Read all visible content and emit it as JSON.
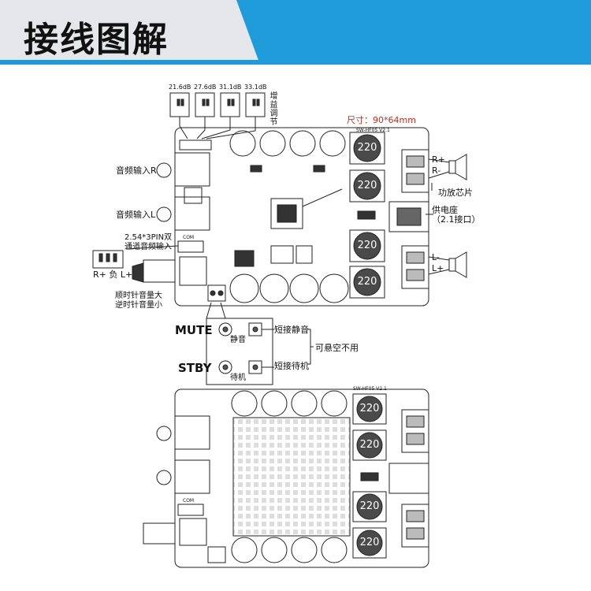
{
  "header": {
    "title": "接线图解"
  },
  "top_board": {
    "gain_labels": [
      "21.6dB",
      "27.6dB",
      "31.1dB",
      "33.1dB"
    ],
    "gain_note": "增益调节",
    "size_note": "尺寸：90*64mm",
    "model": "SW-HF05  V2.1",
    "inductor_value": "220",
    "labels": {
      "audio_in_r": "音频输入R",
      "audio_in_l": "音频输入L",
      "pin_header_line1": "2.54*3PIN双",
      "pin_header_line2": "通道音频输入",
      "pins": "R+ 负 L+",
      "volume_line1": "顺时针音量大",
      "volume_line2": "逆时针音量小",
      "r_plus": "R+",
      "r_minus": "R-",
      "amp_chip": "功放芯片",
      "power_jack_line1": "供电座",
      "power_jack_line2": "（2.1接口）",
      "l_minus": "L-",
      "l_plus": "L+",
      "com": "COM"
    }
  },
  "jumpers": {
    "mute_label": "MUTE",
    "mute_cn": "静音",
    "mute_note": "短接静音",
    "stby_label": "STBY",
    "stby_cn": "待机",
    "stby_note": "短接待机",
    "shared_note": "可悬空不用"
  },
  "bottom_board": {
    "model": "SW-HF05  V2.1",
    "inductor_value": "220",
    "com": "COM"
  },
  "colors": {
    "banner_blue": "#1e9bd8",
    "banner_gray": "#e4e6e9",
    "size_red": "#cc2a1a"
  }
}
